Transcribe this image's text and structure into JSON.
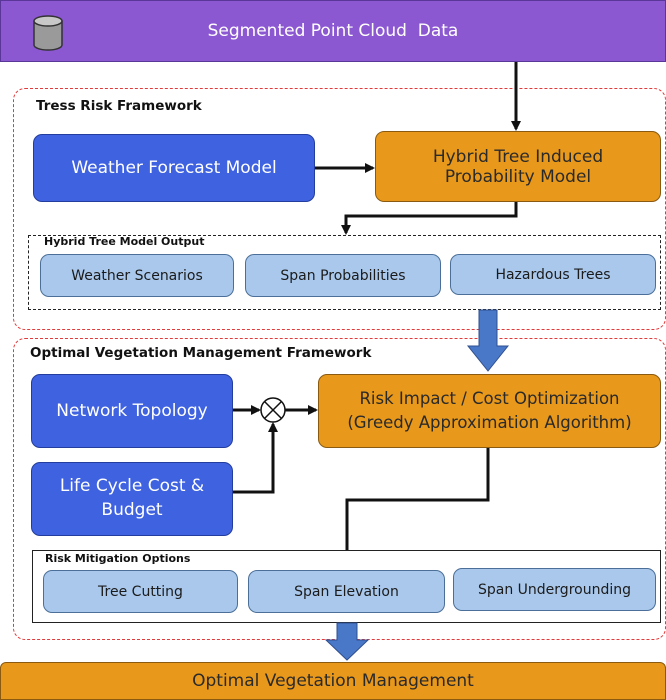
{
  "top_bar": {
    "label": "Segmented Point Cloud  Data",
    "icon": "database-icon"
  },
  "tree_risk": {
    "title": "Tress Risk Framework",
    "weather_model": "Weather Forecast Model",
    "hybrid_model": "Hybrid Tree Induced Probability Model",
    "output": {
      "title": "Hybrid Tree Model Output",
      "items": [
        "Weather Scenarios",
        "Span Probabilities",
        "Hazardous Trees"
      ]
    }
  },
  "veg_mgmt": {
    "title": "Optimal Vegetation Management Framework",
    "network": "Network Topology",
    "lifecycle": "Life Cycle Cost & Budget",
    "optimization": "Risk Impact / Cost Optimization (Greedy Approximation Algorithm)",
    "mitigation": {
      "title": "Risk Mitigation Options",
      "items": [
        "Tree Cutting",
        "Span Elevation",
        "Span Undergrounding"
      ]
    }
  },
  "bottom_bar": {
    "label": "Optimal Vegetation Management"
  },
  "colors": {
    "blue": "#3f62e0",
    "orange": "#e8981a",
    "light_blue": "#a9c8ec",
    "purple": "#8c58d2",
    "red_dash": "#e03a3a",
    "arrow_blue": "#4a78c8"
  }
}
